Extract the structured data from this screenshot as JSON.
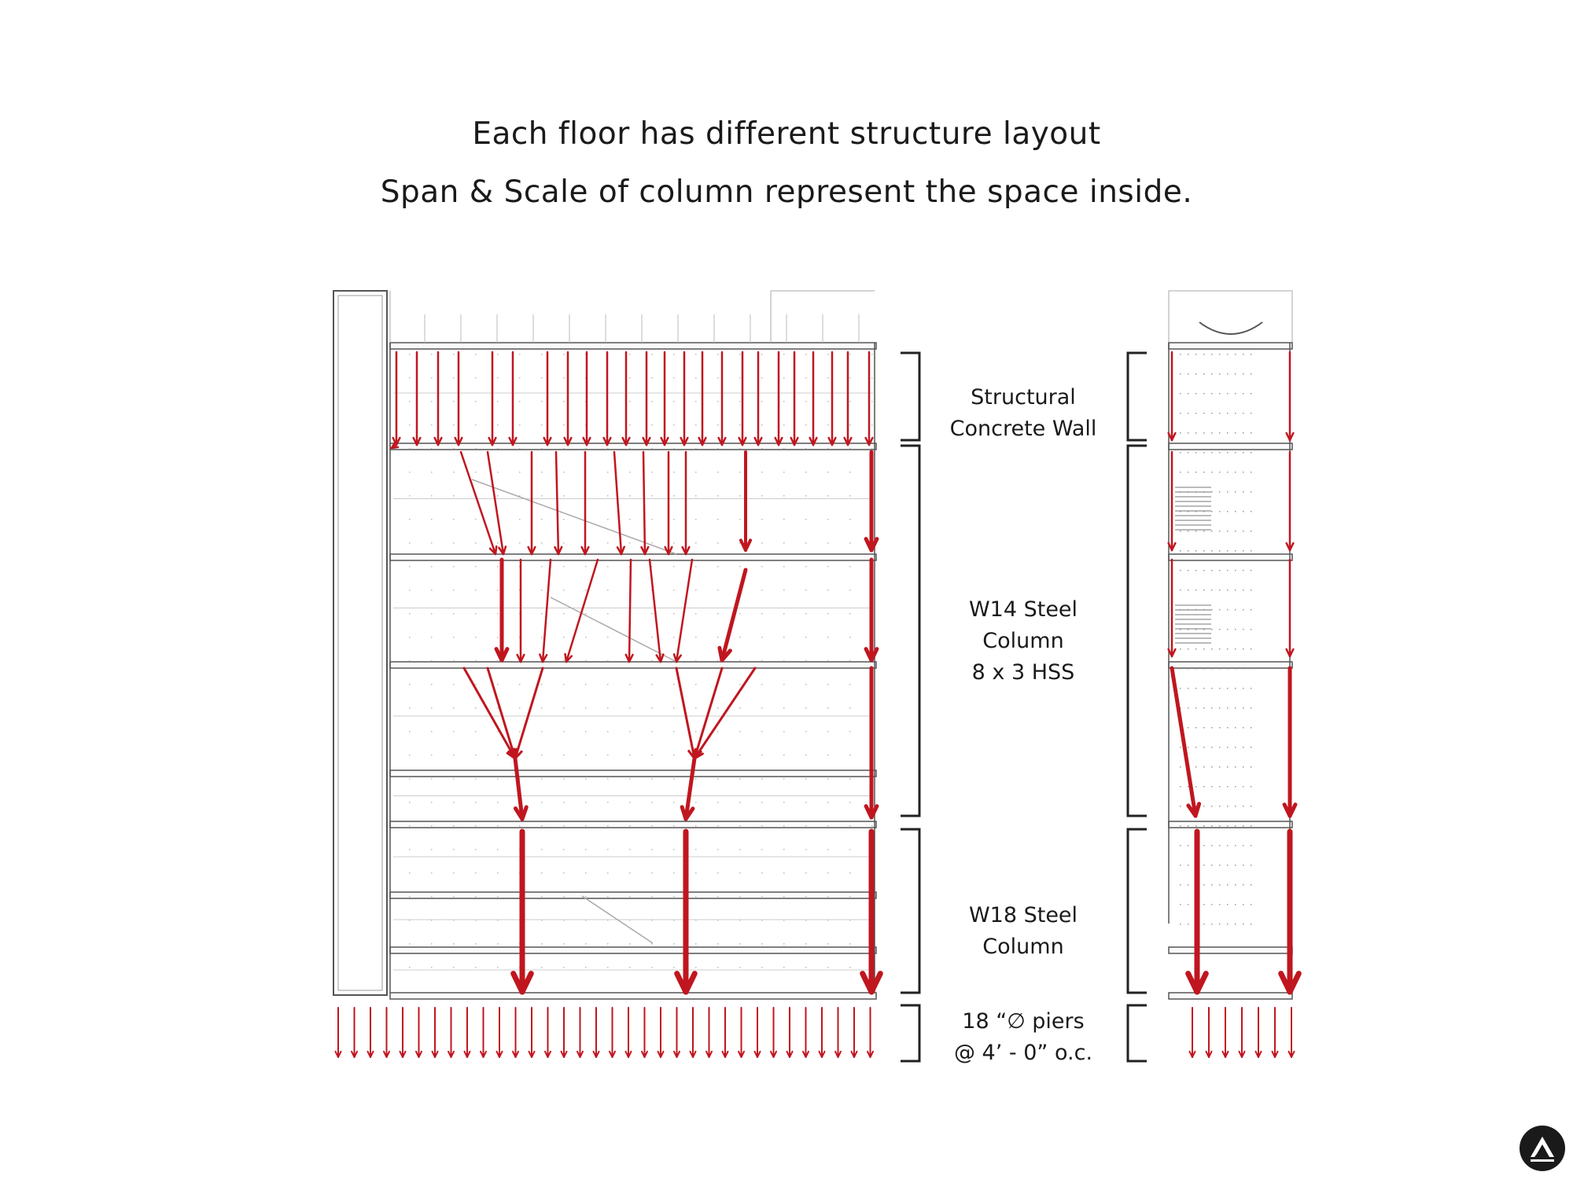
{
  "title": {
    "line1": "Each floor has different structure layout",
    "line2": "Span & Scale of column represent the space inside."
  },
  "labels": {
    "concrete_wall": [
      "Structural",
      "Concrete Wall"
    ],
    "w14": [
      "W14 Steel",
      "Column",
      "8 x 3 HSS"
    ],
    "w18": [
      "W18 Steel",
      "Column"
    ],
    "piers": [
      "18 “∅  piers",
      "@ 4’ - 0” o.c."
    ]
  },
  "colors": {
    "arrow": "#c0161f",
    "line": "#555555",
    "text": "#1a1a1a"
  },
  "logo": {
    "icon": "triangle-logo-icon"
  }
}
